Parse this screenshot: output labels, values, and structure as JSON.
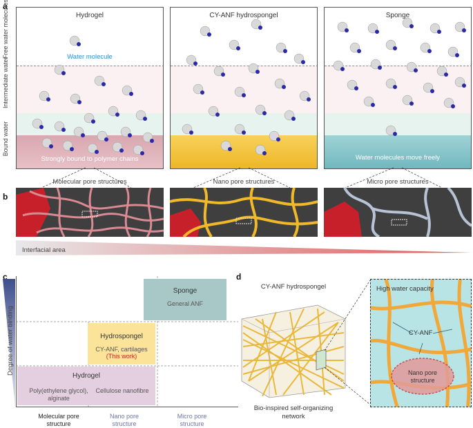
{
  "panel_labels": {
    "a": "a",
    "b": "b",
    "c": "c",
    "d": "d"
  },
  "panel_a": {
    "titles": [
      "Hydrogel",
      "CY-ANF hydrospongel",
      "Sponge"
    ],
    "row_labels": {
      "free": "Free water molecules",
      "intermediate": "Intermediate water",
      "bound": "Bound water"
    },
    "water_molecule_label": "Water molecule",
    "hydrogel_note": "Strongly bound to polymer chains",
    "sponge_note": "Water molecules move freely",
    "colors": {
      "water_label": "#2b8fd1",
      "oxygen": "#d9d9d9",
      "hydrogen": "#2a2aa8",
      "hydrogel_layer": "#e8c2c8",
      "hydrospongel_layer": "#f5c63a",
      "sponge_layer": "#86c8cc"
    }
  },
  "panel_b": {
    "captions": [
      "Molecular pore structures",
      "Nano pore structures",
      "Micro pore structures"
    ],
    "interfacial_area": "Interfacial area"
  },
  "panel_c": {
    "ylabel": "Degree of water binding",
    "x_ticks": [
      "Molecular pore structure",
      "Nano pore structure",
      "Micro pore structure"
    ],
    "sponge": {
      "title": "Sponge",
      "example": "General ANF"
    },
    "hydrospongel": {
      "title": "Hydrospongel",
      "example": "CY-ANF, cartilages",
      "this_work": "(This work)"
    },
    "hydrogel": {
      "title": "Hydrogel",
      "example1": "Poly(ethylene glycol), alginate",
      "example2": "Cellulose nanofibre"
    }
  },
  "panel_d": {
    "cube_title": "CY-ANF hydrospongel",
    "cube_caption": "Bio-inspired self-organizing network",
    "zoom_title": "High water capacity",
    "fibre_label": "CY-ANF",
    "pore_label": "Nano pore structure"
  }
}
